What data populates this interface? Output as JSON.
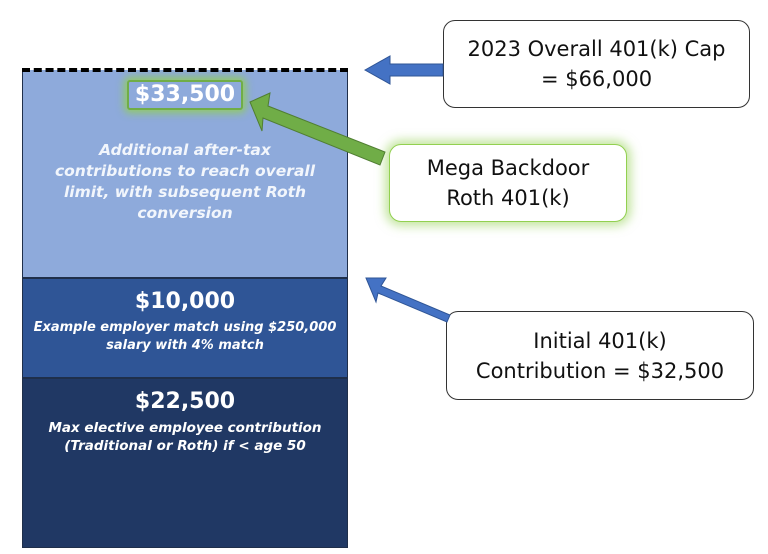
{
  "stack": {
    "after_tax": {
      "amount": "$33,500",
      "description": "Additional after-tax contributions to reach overall limit, with subsequent Roth conversion"
    },
    "employer_match": {
      "amount": "$10,000",
      "description": "Example employer match using $250,000 salary with 4% match"
    },
    "elective": {
      "amount": "$22,500",
      "description": "Max elective employee contribution (Traditional or Roth) if < age 50"
    }
  },
  "callouts": {
    "cap": {
      "line1": "2023 Overall 401(k) Cap",
      "line2": "= $66,000"
    },
    "mega": {
      "line1": "Mega Backdoor",
      "line2": "Roth 401(k)"
    },
    "initial": {
      "line1": "Initial 401(k)",
      "line2": "Contribution = $32,500"
    }
  },
  "colors": {
    "after_tax": "#8eaadb",
    "employer_match": "#2f5596",
    "elective": "#203864",
    "blue_arrow": "#4472c4",
    "green_arrow": "#70ad47",
    "highlight_glow": "#92d050"
  },
  "icons": {
    "cap_arrow": "arrow-left-icon",
    "mega_arrow": "arrow-up-left-icon",
    "initial_arrow": "arrow-up-left-icon"
  }
}
